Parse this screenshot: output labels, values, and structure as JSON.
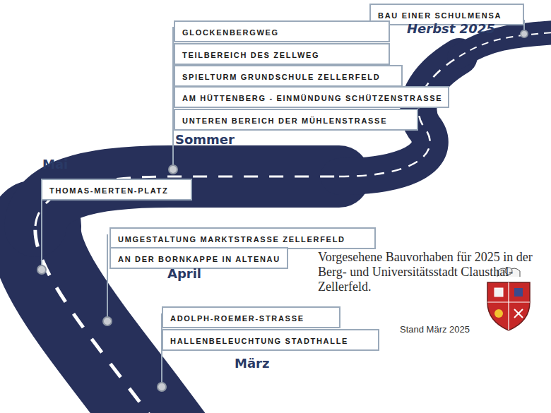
{
  "diagram": {
    "title": "Vorgesehene Bauvorhaben für 2025 in der Berg- und Universitätsstadt Clausthal-Zellerfeld.",
    "nodes": [
      {
        "text": [
          "BAU EINER SCHULMENSA"
        ]
      },
      {
        "text": [
          "GLOCKENBERGWEG"
        ]
      },
      {
        "text": [
          "TEILBEREICH DES ZELLWEG"
        ]
      },
      {
        "text": [
          "SPIELTURM GRUNDSCHULE ZELLERFELD"
        ]
      },
      {
        "text": [
          "AM HÜTTENBERG - EINMÜNDUNG SCHÜTZENSTRASSE"
        ]
      },
      {
        "text": [
          "UNTEREN BEREICH DER MÜHLENSTRASSE"
        ]
      },
      {
        "text": [
          "THOMAS-MERTEN-PLATZ"
        ]
      },
      {
        "text": [
          "UMGESTALTUNG MARKTSTRASSE ZELLERFELD"
        ]
      },
      {
        "text": [
          "AN DER BORNKAPPE IN ALTENAU"
        ]
      },
      {
        "text": [
          "ADOLPH-ROEMER-STRASSE"
        ]
      },
      {
        "text": [
          "HALLENBELEUCHTUNG STADTHALLE"
        ]
      }
    ],
    "labels": [
      "Herbst 2025",
      "Sommer",
      "Mai",
      "April",
      "März",
      "Stand März 2025"
    ]
  }
}
